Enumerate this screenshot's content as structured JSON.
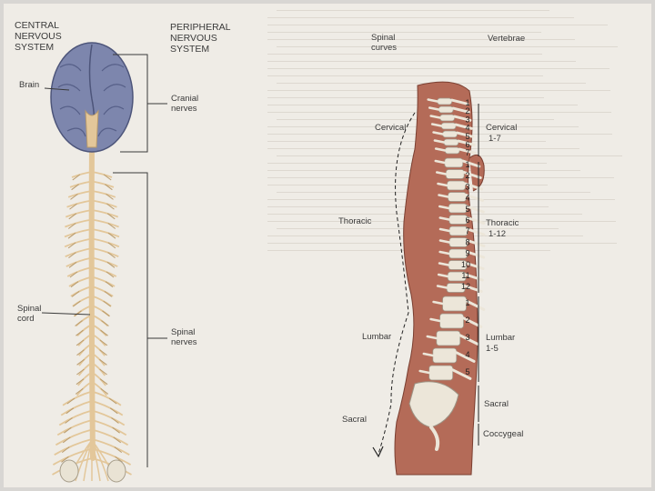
{
  "cns_heading": "CENTRAL\nNERVOUS\nSYSTEM",
  "pns_heading": "PERIPHERAL\nNERVOUS\nSYSTEM",
  "left_labels": {
    "brain": "Brain",
    "cranial_nerves": "Cranial\nnerves",
    "spinal_cord": "Spinal\ncord",
    "spinal_nerves": "Spinal\nnerves"
  },
  "right_headings": {
    "spinal_curves": "Spinal\ncurves",
    "vertebrae": "Vertebrae"
  },
  "curves": [
    "Cervical",
    "Thoracic",
    "Lumbar",
    "Sacral"
  ],
  "vertebrae_groups": [
    {
      "name": "Cervical",
      "range": "1-7"
    },
    {
      "name": "Thoracic",
      "range": "1-12"
    },
    {
      "name": "Lumbar",
      "range": "1-5"
    },
    {
      "name": "Sacral",
      "range": ""
    },
    {
      "name": "Coccygeal",
      "range": ""
    }
  ],
  "numbers": {
    "cervical": [
      "1",
      "2",
      "3",
      "4",
      "5",
      "6",
      "7"
    ],
    "thoracic": [
      "1",
      "2",
      "3",
      "4",
      "5",
      "6",
      "7",
      "8",
      "9",
      "10",
      "11",
      "12"
    ],
    "lumbar": [
      "1",
      "2",
      "3",
      "4",
      "5"
    ]
  },
  "colors": {
    "brain": "#7d86ad",
    "nerve": "#e3c79a",
    "body": "#b46b58",
    "bone": "#ece6d9",
    "line": "#3a3a3a",
    "page": "#efece6"
  }
}
